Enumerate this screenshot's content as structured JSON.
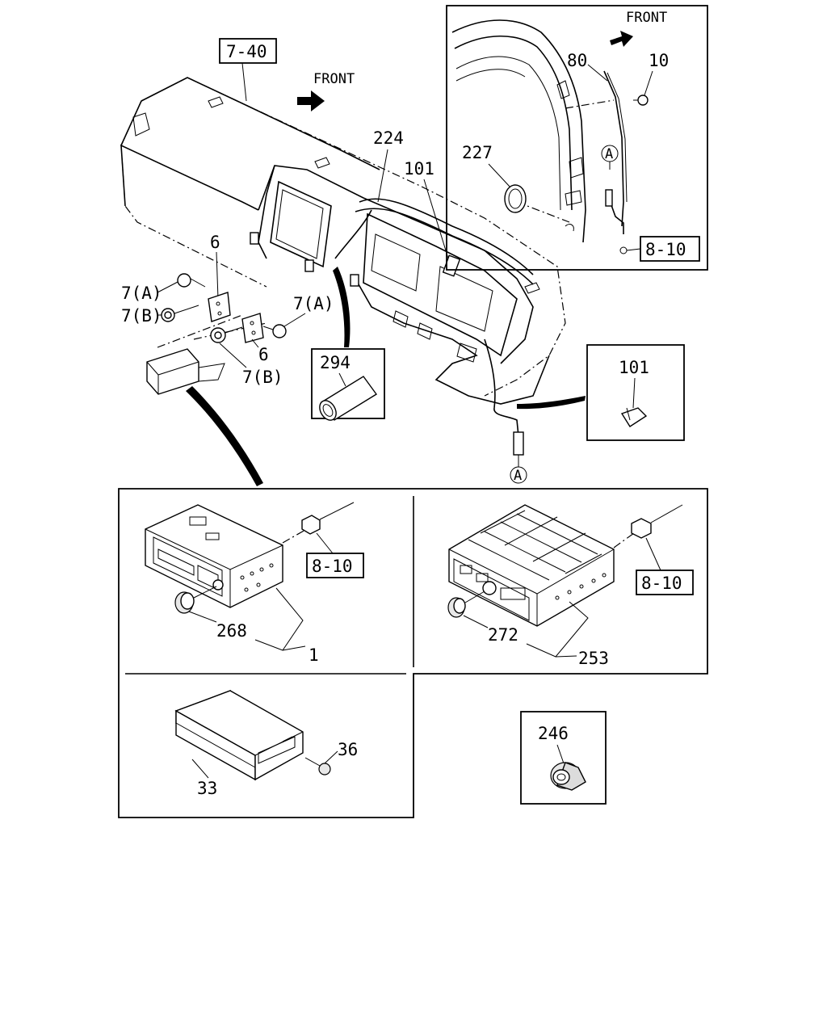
{
  "callouts": {
    "ref_7_40": "7-40",
    "front_main": "FRONT",
    "front_inset": "FRONT",
    "p224": "224",
    "p101_dash": "101",
    "p6_top": "6",
    "p7a_left": "7(A)",
    "p7b_left": "7(B)",
    "p7a_right": "7(A)",
    "p6_bottom": "6",
    "p7b_bottom": "7(B)",
    "p294": "294",
    "p80": "80",
    "p10": "10",
    "p227": "227",
    "circle_a_inset": "A",
    "ref_8_10_inset": "8-10",
    "p101_box": "101",
    "circle_a_cable": "A",
    "ref_8_10_radio1": "8-10",
    "p268": "268",
    "p1": "1",
    "ref_8_10_radio2": "8-10",
    "p272": "272",
    "p253": "253",
    "p36": "36",
    "p33": "33",
    "p246": "246"
  }
}
